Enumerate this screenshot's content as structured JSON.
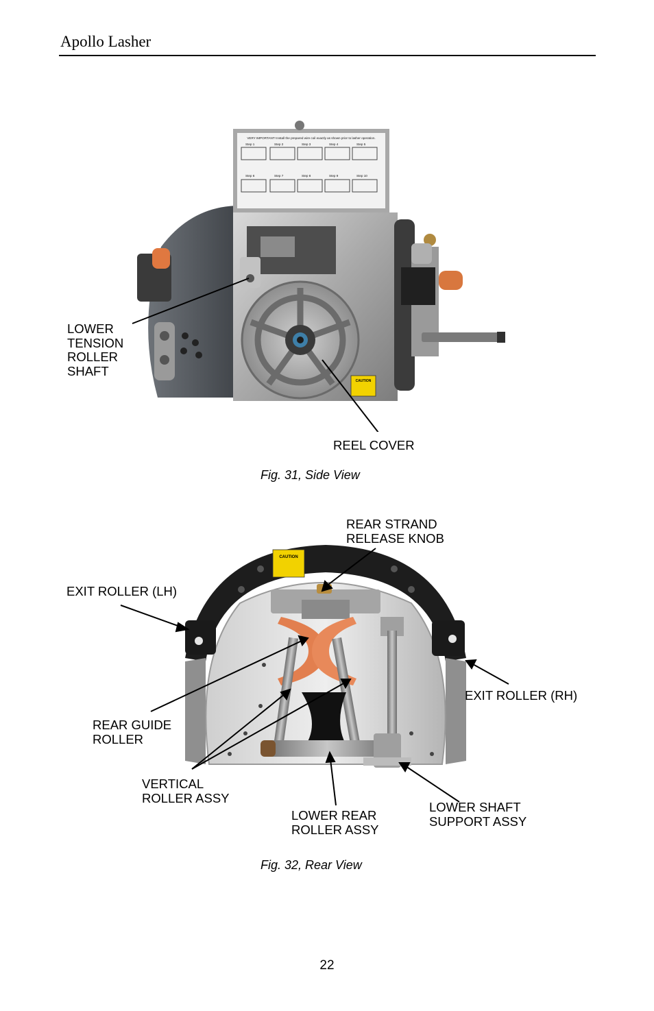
{
  "header": {
    "title": "Apollo Lasher"
  },
  "figure31": {
    "caption": "Fig. 31, Side View",
    "labels": {
      "lower_tension_roller_shaft": "LOWER\nTENSION\nROLLER\nSHAFT",
      "reel_cover": "REEL COVER"
    },
    "decal_title": "VERY IMPORTANT! Install the prepared wire coil exactly as shown prior to lasher operation.",
    "steps": [
      "Step 1",
      "Step 2",
      "Step 3",
      "Step 4",
      "Step 5",
      "Step 6",
      "Step 7",
      "Step 8",
      "Step 9",
      "Step 10"
    ],
    "caution": "CAUTION"
  },
  "figure32": {
    "caption": "Fig. 32, Rear View",
    "labels": {
      "rear_strand_release_knob": "REAR STRAND\nRELEASE KNOB",
      "exit_roller_lh": "EXIT ROLLER (LH)",
      "exit_roller_rh": "EXIT ROLLER (RH)",
      "rear_guide_roller": "REAR GUIDE\nROLLER",
      "vertical_roller_assy": "VERTICAL\nROLLER ASSY",
      "lower_rear_roller_assy": "LOWER REAR\nROLLER ASSY",
      "lower_shaft_support_assy": "LOWER SHAFT\nSUPPORT ASSY"
    },
    "caution": "CAUTION"
  },
  "page": {
    "number": "22"
  }
}
